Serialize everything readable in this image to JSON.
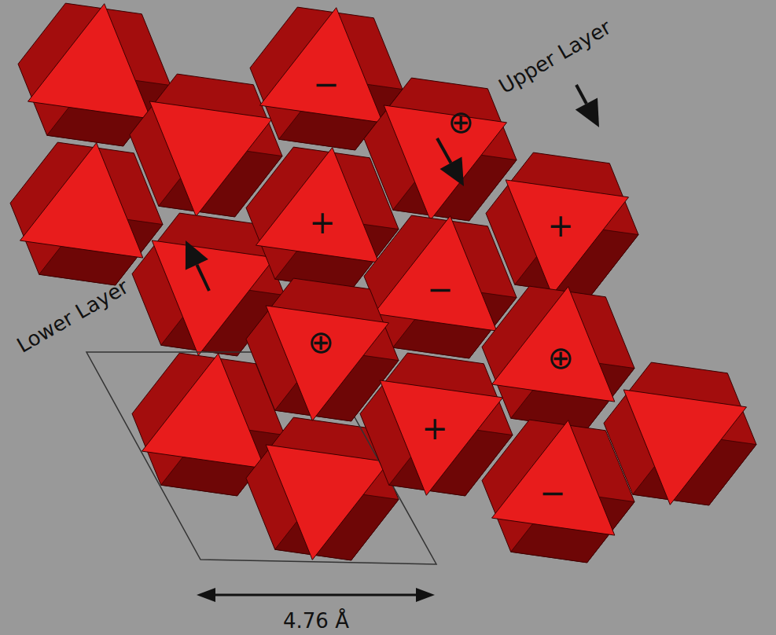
{
  "diagram": {
    "nodes": [
      {
        "text": [
          "−"
        ]
      },
      {
        "text": [
          "⊕"
        ]
      },
      {
        "text": [
          "+"
        ]
      },
      {
        "text": [
          "+"
        ]
      },
      {
        "text": [
          "−"
        ]
      },
      {
        "text": [
          "⊕"
        ]
      },
      {
        "text": [
          "⊕"
        ]
      },
      {
        "text": [
          "+"
        ]
      },
      {
        "text": [
          "−"
        ]
      }
    ],
    "labels": [
      "Upper Layer",
      "Lower Layer",
      "4.76 Å"
    ]
  }
}
